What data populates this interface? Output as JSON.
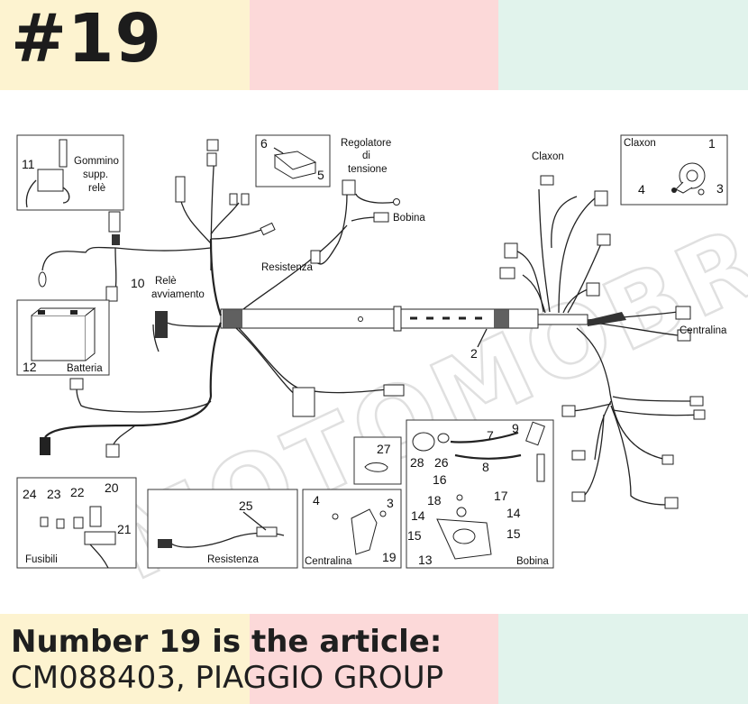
{
  "header": {
    "badge": "#19"
  },
  "footer": {
    "line1": "Number 19 is the article:",
    "line2": "CM088403, PIAGGIO GROUP"
  },
  "watermark": {
    "text": "MOTOMOBRA"
  },
  "colors": {
    "band_yellow": "#fdf3d0",
    "band_pink": "#fcd9d9",
    "band_green": "#e1f3ec",
    "ink": "#1c1c1c"
  },
  "diagram": {
    "labels": {
      "gommino": "Gommino",
      "supp": "supp.",
      "rele": "relè",
      "regolatore": "Regolatore",
      "di": "di",
      "tensione": "tensione",
      "bobina_conn": "Bobina",
      "resistenza_top": "Resistenza",
      "claxon_top": "Claxon",
      "claxon_box": "Claxon",
      "rele_avv_1": "Relè",
      "rele_avv_2": "avviamento",
      "batteria": "Batteria",
      "centralina_right": "Centralina",
      "fusibili": "Fusibili",
      "resistenza_box": "Resistenza",
      "centralina_box": "Centralina",
      "bobina_box": "Bobina"
    },
    "numbers": {
      "n1": "1",
      "n2": "2",
      "n3": "3",
      "n3b": "3",
      "n4": "4",
      "n4b": "4",
      "n5": "5",
      "n6": "6",
      "n7": "7",
      "n8": "8",
      "n9": "9",
      "n10": "10",
      "n11": "11",
      "n12": "12",
      "n13": "13",
      "n14a": "14",
      "n14b": "14",
      "n15a": "15",
      "n15b": "15",
      "n16": "16",
      "n17": "17",
      "n18": "18",
      "n19": "19",
      "n20": "20",
      "n21": "21",
      "n22": "22",
      "n23": "23",
      "n24": "24",
      "n25": "25",
      "n26": "26",
      "n27": "27",
      "n28": "28"
    }
  }
}
